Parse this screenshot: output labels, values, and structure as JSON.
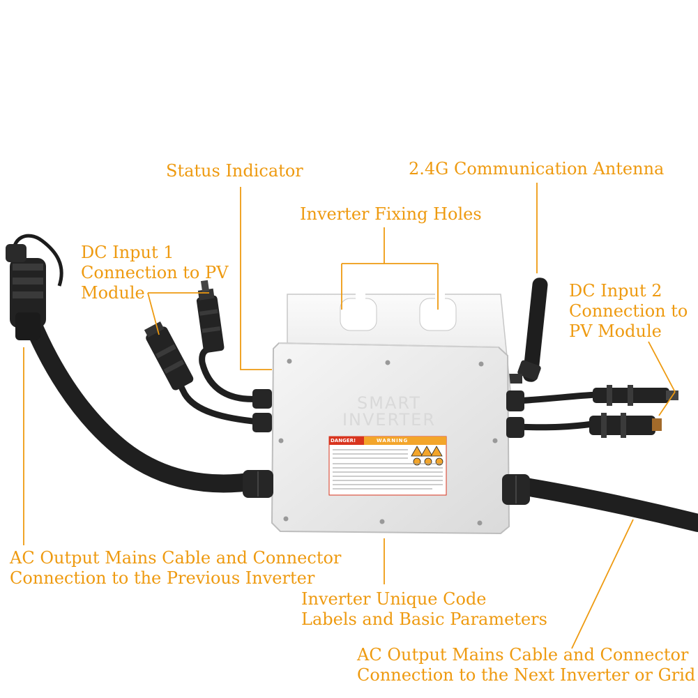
{
  "colors": {
    "label": "#EE9A10",
    "leader": "#EE9A10",
    "housing": "#EDEDED",
    "housing_edge": "#BDBDBD",
    "cable": "#1F1F1F",
    "warning_orange": "#F3A52A",
    "warning_red": "#D8341E"
  },
  "labels": {
    "status_indicator": "Status Indicator",
    "antenna": "2.4G Communication Antenna",
    "fixing_holes": "Inverter Fixing Holes",
    "dc_input_1": [
      "DC Input 1",
      "Connection to PV",
      "Module"
    ],
    "dc_input_2": [
      "DC Input 2",
      "Connection to",
      "PV Module"
    ],
    "ac_prev": [
      "AC Output Mains Cable and Connector",
      "Connection to the Previous Inverter"
    ],
    "unique_code": [
      "Inverter Unique Code",
      "Labels and Basic Parameters"
    ],
    "ac_next": [
      "AC Output Mains Cable and Connector",
      "Connection to the Next Inverter or Grid"
    ]
  },
  "device": {
    "brand_text": [
      "SMART",
      "INVERTER"
    ],
    "warning_title": "WARNING",
    "danger_title": "DANGER!"
  },
  "icons": [
    "inverter-housing-icon",
    "antenna-icon",
    "mc4-connector-icon",
    "cable-gland-icon",
    "ac-plug-icon",
    "warning-triangle-icon"
  ]
}
